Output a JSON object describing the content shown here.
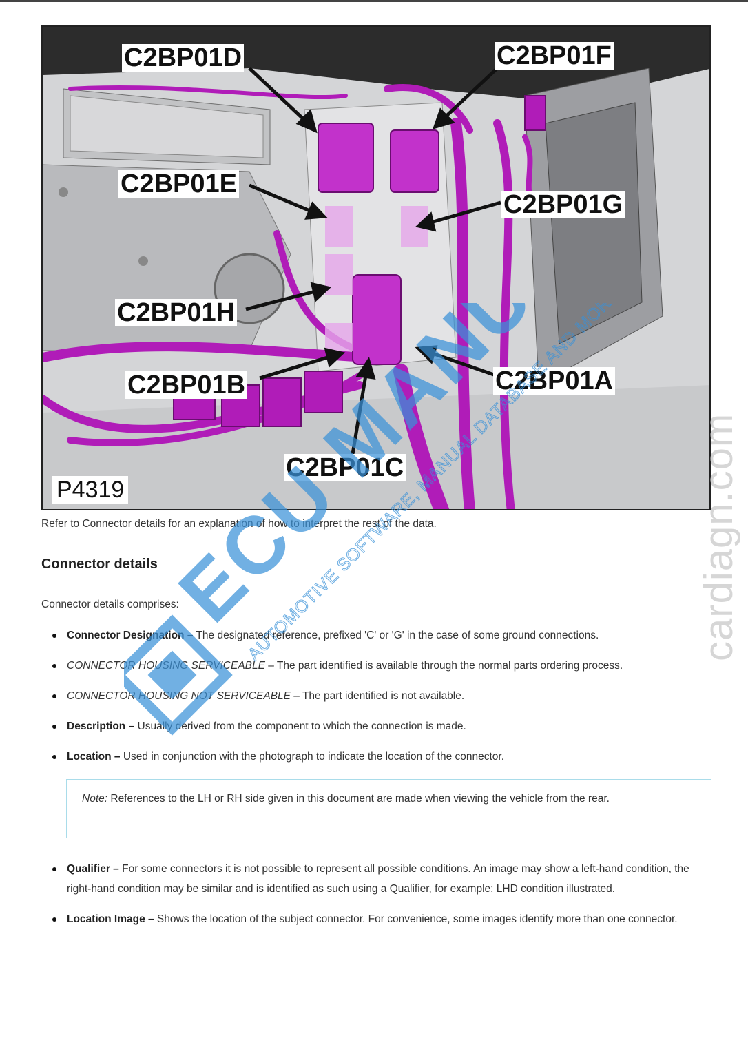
{
  "figure": {
    "id": "P4319",
    "callouts": [
      "C2BP01D",
      "C2BP01F",
      "C2BP01E",
      "C2BP01G",
      "C2BP01H",
      "C2BP01B",
      "C2BP01A",
      "C2BP01C"
    ]
  },
  "caption": "Refer to Connector details for an explanation of how to interpret the rest of the data.",
  "heading": "Connector details",
  "intro": "Connector details comprises:",
  "bullets_top": [
    {
      "term": "Connector Designation –",
      "text": " The designated reference, prefixed 'C' or 'G' in the case of some ground connections."
    },
    {
      "term": "CONNECTOR HOUSING SERVICEABLE",
      "text": " – The part identified is available through the normal parts ordering process."
    },
    {
      "term": "CONNECTOR HOUSING NOT SERVICEABLE",
      "text": " – The part identified is not available."
    },
    {
      "term": "Description –",
      "text": " Usually derived from the component to which the connection is made."
    },
    {
      "term": "Location –",
      "text": " Used in conjunction with the photograph to indicate the location of the connector."
    }
  ],
  "note": {
    "label": "Note:",
    "text": " References to the LH or RH side given in this document are made when viewing the vehicle from the rear."
  },
  "bullets_bottom": [
    {
      "term": "Qualifier –",
      "text": " For some connectors it is not possible to represent all possible conditions. An image may show a left-hand condition, the right-hand condition may be similar and is identified as such using a Qualifier, for example: LHD condition illustrated."
    },
    {
      "term": "Location Image –",
      "text": " Shows the location of the subject connector. For convenience, some images identify more than one connector."
    }
  ],
  "watermarks": {
    "side": "cardiagn.com",
    "brand": "ECU MANUAL",
    "tagline": "AUTOMOTIVE SOFTWARE, MANUAL DATABASE AND MORE"
  },
  "colors": {
    "harness": "#b01cb8",
    "harness_light": "#e6a7eb",
    "note_border": "#a9dcea",
    "wm_blue": "#3a92d8"
  }
}
